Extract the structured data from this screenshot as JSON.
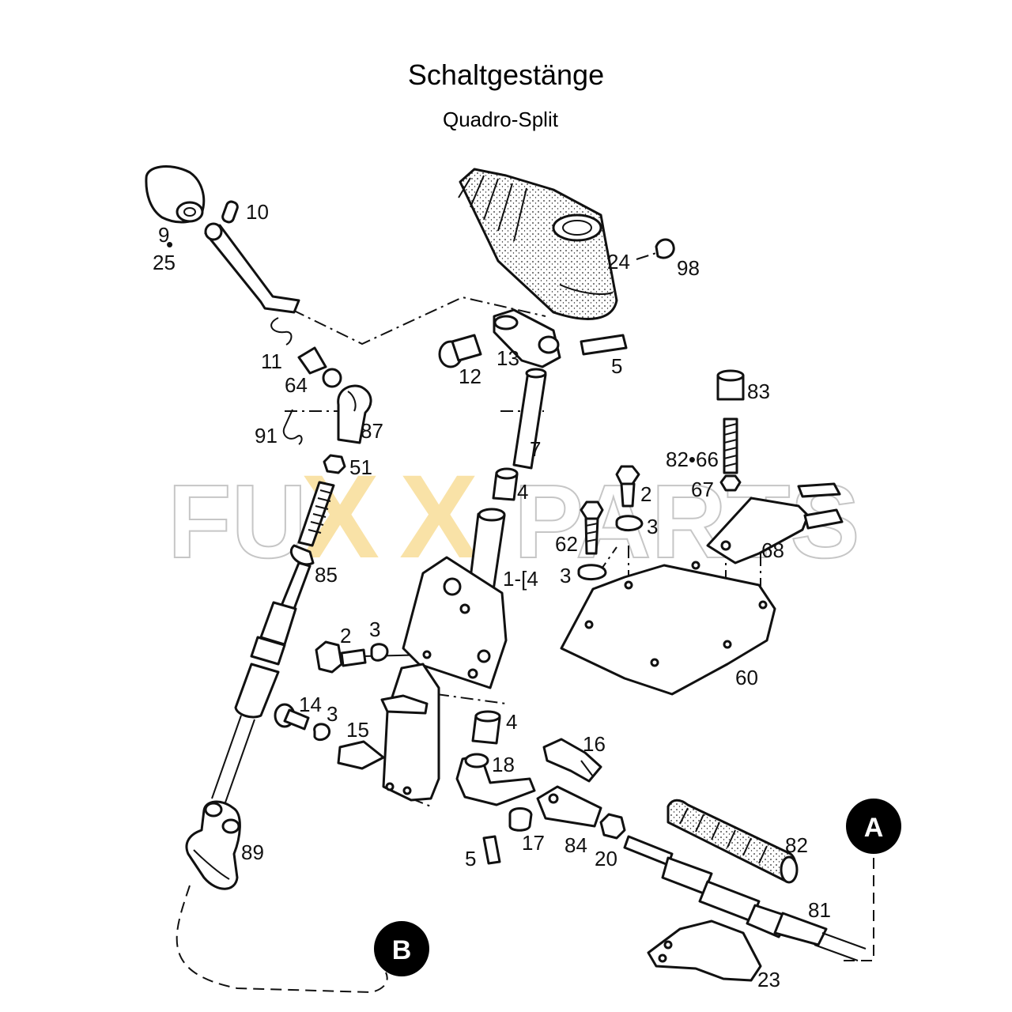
{
  "title": "Schaltgestänge",
  "subtitle": "Quadro-Split",
  "watermark": {
    "left": "FU",
    "x1": "X",
    "x2": "X",
    "right": "PARTS"
  },
  "callouts": {
    "A": "A",
    "B": "B"
  },
  "labels": {
    "p9": "9",
    "p25": "25",
    "p10": "10",
    "p11": "11",
    "p64": "64",
    "p91": "91",
    "p87": "87",
    "p51": "51",
    "p85": "85",
    "p89": "89",
    "p24": "24",
    "p98": "98",
    "p12": "12",
    "p13": "13",
    "p5a": "5",
    "p7": "7",
    "p4a": "4",
    "p14g": "1-[4",
    "p2a": "2",
    "p3a": "3",
    "p62": "62",
    "p3b": "3",
    "p83": "83",
    "p8266": "82•66",
    "p67": "67",
    "p68": "68",
    "p60": "60",
    "p2b": "2",
    "p3c": "3",
    "p14": "14",
    "p3d": "3",
    "p15": "15",
    "p4b": "4",
    "p18": "18",
    "p16": "16",
    "p17": "17",
    "p84": "84",
    "p20": "20",
    "p5b": "5",
    "p82": "82",
    "p81": "81",
    "p23": "23"
  },
  "colors": {
    "line": "#111111",
    "watermark_x": "#f7d98a",
    "watermark_outline": "#bdbdbd",
    "callout": "#000000"
  }
}
